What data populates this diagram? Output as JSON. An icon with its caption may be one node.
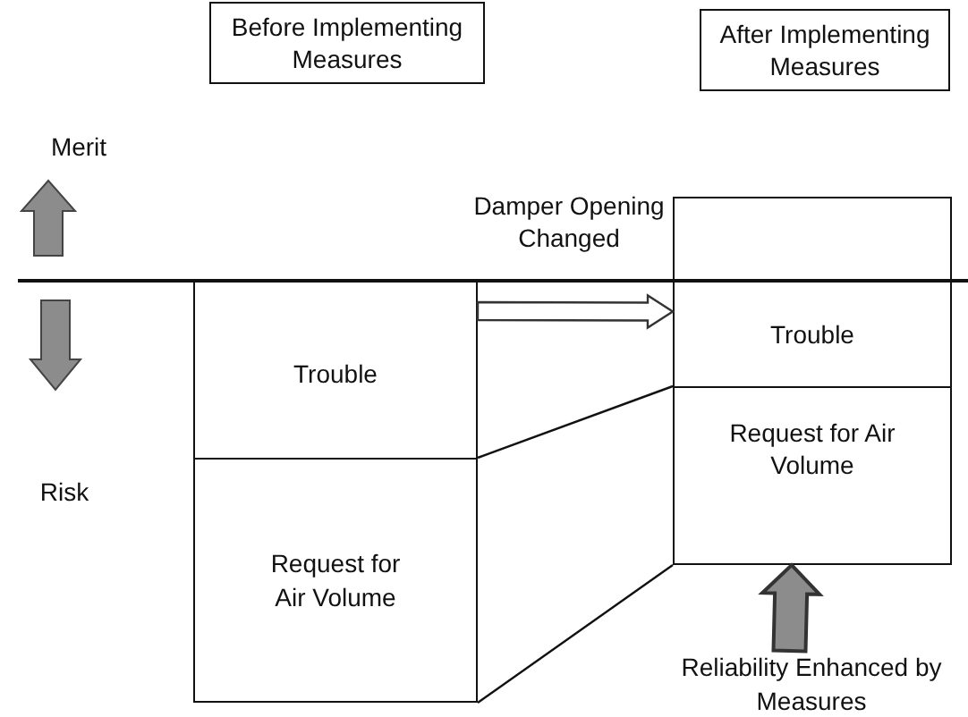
{
  "diagram": {
    "nodes": [
      {
        "text": [
          "Before Implementing Measures"
        ]
      },
      {
        "text": [
          "After Implementing Measures"
        ]
      },
      {
        "text": [
          "Trouble"
        ]
      },
      {
        "text": [
          "Request for Air Volume"
        ]
      },
      {
        "text": [],
        "shape": "box"
      },
      {
        "text": [
          "Trouble"
        ]
      },
      {
        "text": [
          "Request for Air Volume"
        ]
      },
      {
        "text": [
          "Reliability Enhanced by Measures"
        ]
      }
    ],
    "edges": [
      {
        "from": 2,
        "to": 5,
        "arrow": "to",
        "label": "Damper Opening Changed"
      },
      {
        "from": 3,
        "to": 6,
        "arrow": "none"
      },
      {
        "from": 3,
        "to": 6,
        "arrow": "none"
      },
      {
        "from": 7,
        "to": 6,
        "arrow": "to",
        "style": "thick",
        "color": "#8c8c8c"
      }
    ],
    "labels": [
      "Merit",
      "Risk"
    ]
  }
}
